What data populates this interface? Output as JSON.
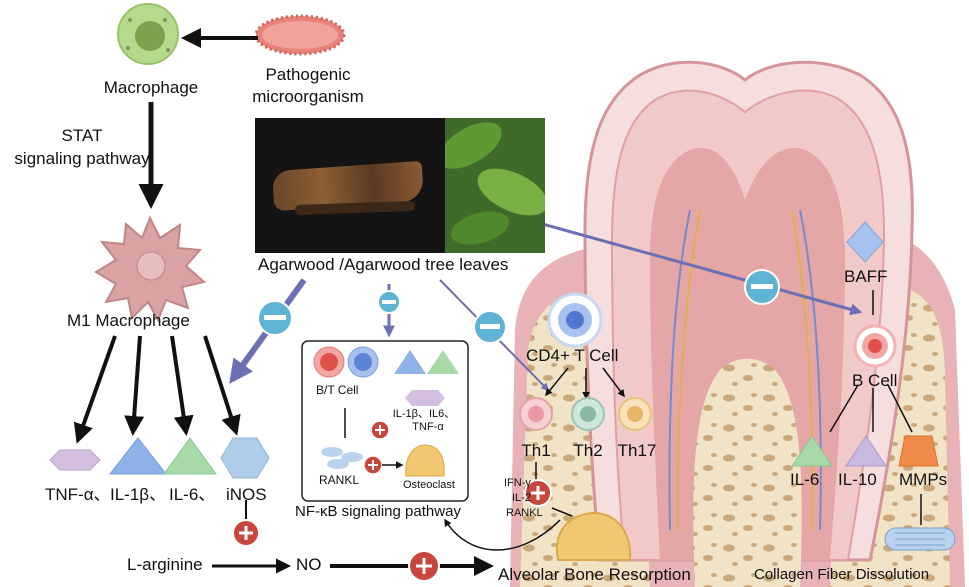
{
  "labels": {
    "macrophage": "Macrophage",
    "pathogen_line1": "Pathogenic",
    "pathogen_line2": "microorganism",
    "stat_line1": "STAT",
    "stat_line2": "signaling pathway",
    "agarwood": "Agarwood /Agarwood tree leaves",
    "m1": "M1 Macrophage",
    "tnf": "TNF-α、",
    "il1b": "IL-1β、",
    "il6": "IL-6、",
    "inos": "iNOS",
    "larginine": "L-arginine",
    "no": "NO",
    "alveolar": "Alveolar Bone Resorption",
    "bt_cell": "B/T Cell",
    "cytokines_line1": "IL-1β、IL6、",
    "cytokines_line2": "TNF-α",
    "rankl_box": "RANKL",
    "osteoclast": "Osteoclast",
    "nfkb": "NF-κB signaling pathway",
    "cd4": "CD4+ T Cell",
    "th1": "Th1",
    "th2": "Th2",
    "th17": "Th17",
    "ifn": "IFN-γ",
    "il2": "IL-2",
    "rankl_th1": "RANKL",
    "baff": "BAFF",
    "bcell": "B Cell",
    "b_il6": "IL-6",
    "b_il10": "IL-10",
    "mmps": "MMPs",
    "collagen": "Collagen Fiber Dissolution"
  },
  "colors": {
    "inhibit_blue": "#5fb3d3",
    "promote_red": "#c8463c",
    "arrow_purple": "#6d6fb5",
    "tnf_lavender": "#d5bfe0",
    "il1b_blue": "#8fb2ea",
    "il6_green": "#a8d9a9",
    "inos_blue": "#aecde8",
    "gum_pink": "#e8b2b6",
    "bone_beige": "#f0e3c6",
    "osteoclast_yellow": "#f1c772"
  }
}
